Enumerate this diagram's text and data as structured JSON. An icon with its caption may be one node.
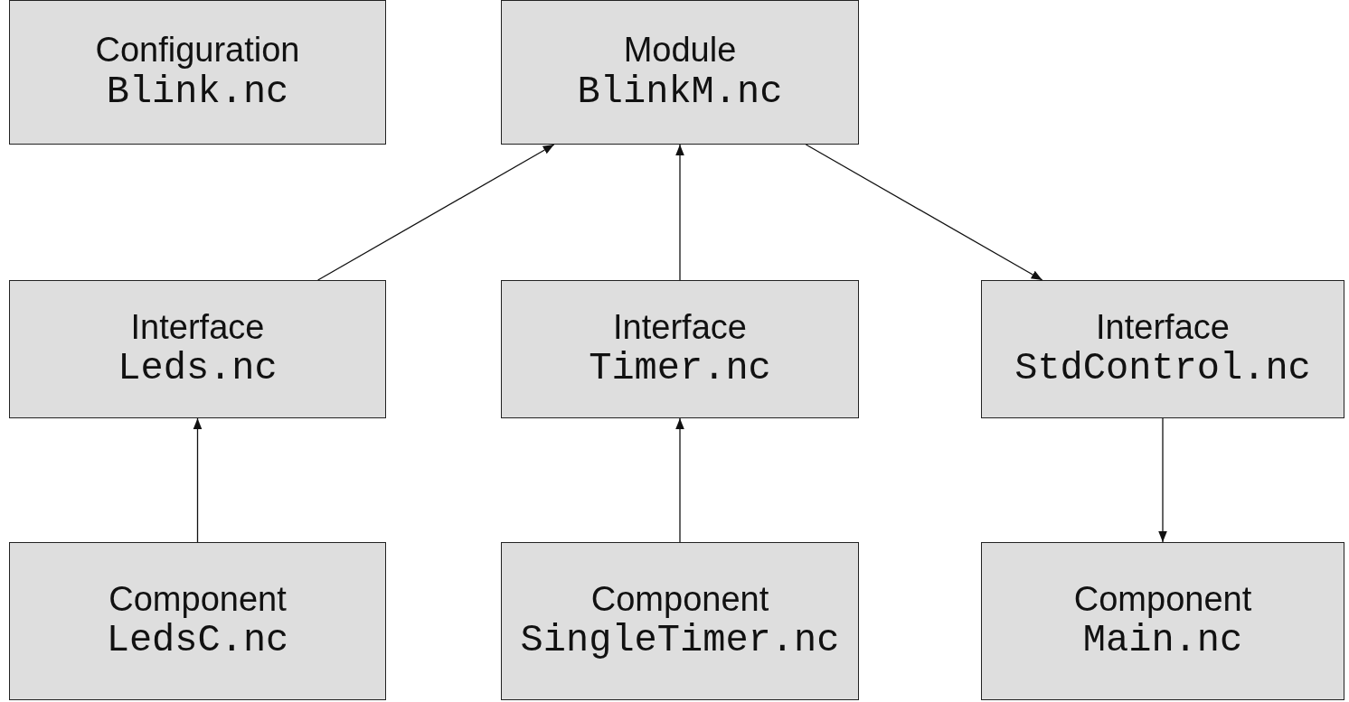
{
  "diagram": {
    "nodes": [
      {
        "text": [
          "Configuration",
          "Blink.nc"
        ]
      },
      {
        "text": [
          "Module",
          "BlinkM.nc"
        ]
      },
      {
        "text": [
          "Interface",
          "Leds.nc"
        ]
      },
      {
        "text": [
          "Interface",
          "Timer.nc"
        ]
      },
      {
        "text": [
          "Interface",
          "StdControl.nc"
        ]
      },
      {
        "text": [
          "Component",
          "LedsC.nc"
        ]
      },
      {
        "text": [
          "Component",
          "SingleTimer.nc"
        ]
      },
      {
        "text": [
          "Component",
          "Main.nc"
        ]
      }
    ],
    "edges": [
      {
        "from": 2,
        "to": 1,
        "arrow": "to"
      },
      {
        "from": 3,
        "to": 1,
        "arrow": "to"
      },
      {
        "from": 1,
        "to": 4,
        "arrow": "to"
      },
      {
        "from": 5,
        "to": 2,
        "arrow": "to"
      },
      {
        "from": 6,
        "to": 3,
        "arrow": "to"
      },
      {
        "from": 4,
        "to": 7,
        "arrow": "to"
      }
    ]
  }
}
